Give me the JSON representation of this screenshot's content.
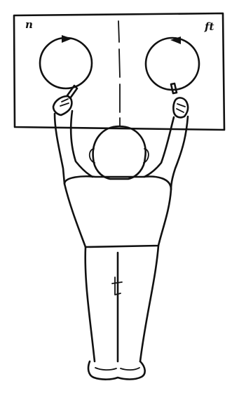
{
  "labels": {
    "left_panel": "n",
    "right_panel": "ft"
  },
  "colors": {
    "ink": "#111111",
    "background": "#ffffff"
  },
  "rotation": {
    "left_circle_arrow": "clockwise",
    "right_circle_arrow": "counter-clockwise"
  }
}
